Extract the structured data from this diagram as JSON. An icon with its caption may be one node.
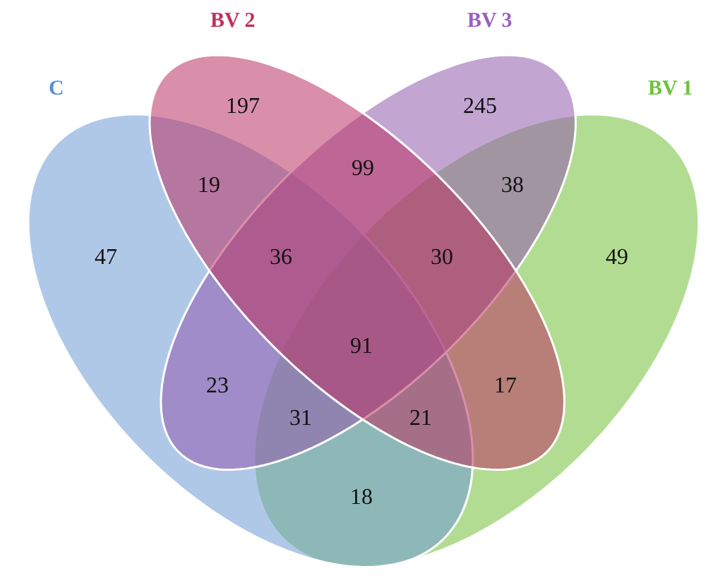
{
  "diagram": {
    "nodes": [
      {
        "text": [
          "C"
        ]
      },
      {
        "text": [
          "BV 2"
        ]
      },
      {
        "text": [
          "BV 3"
        ]
      },
      {
        "text": [
          "BV 1"
        ]
      }
    ],
    "labels": [
      "197",
      "245",
      "99",
      "19",
      "38",
      "47",
      "36",
      "30",
      "49",
      "91",
      "23",
      "17",
      "31",
      "21",
      "18"
    ]
  }
}
